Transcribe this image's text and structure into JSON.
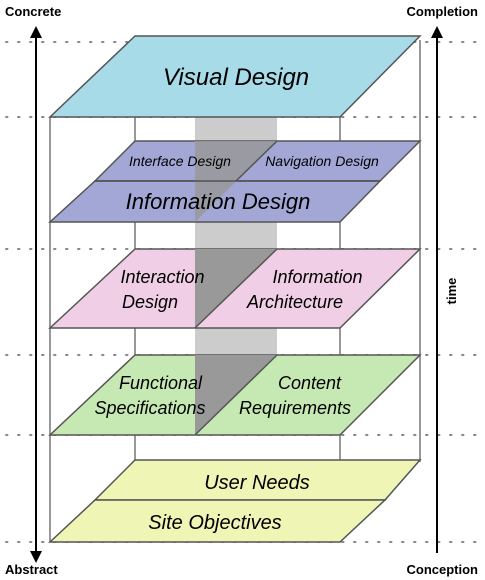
{
  "corner_labels": {
    "top_left": "Concrete",
    "top_right": "Completion",
    "bottom_left": "Abstract",
    "bottom_right": "Conception"
  },
  "time_label": "time",
  "colors": {
    "visual": "#a8dbe8",
    "blue": "#a3a7d6",
    "pink": "#f0cfe6",
    "green": "#c6e8b3",
    "yellow": "#eef5b5",
    "shaft_light": "#cccccc",
    "shaft_dark": "#999999"
  },
  "planes": {
    "visual_design": "Visual Design",
    "interface_design": "Interface Design",
    "navigation_design": "Navigation Design",
    "information_design": "Information Design",
    "interaction_design": [
      "Interaction",
      "Design"
    ],
    "information_architecture": [
      "Information",
      "Architecture"
    ],
    "functional_specifications": [
      "Functional",
      "Specifications"
    ],
    "content_requirements": [
      "Content",
      "Requirements"
    ],
    "user_needs": "User Needs",
    "site_objectives": "Site Objectives"
  }
}
